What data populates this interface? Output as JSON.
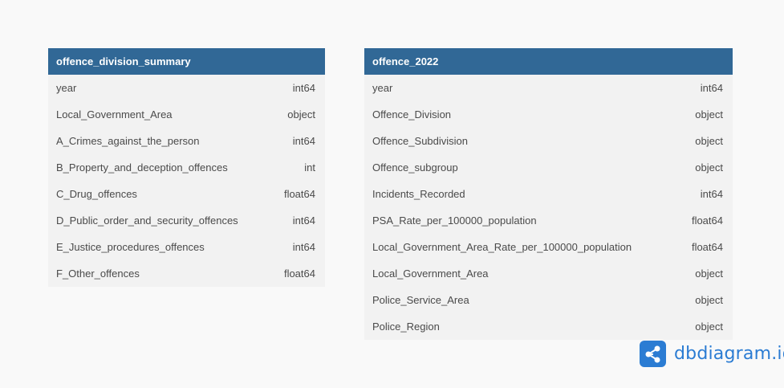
{
  "tables": [
    {
      "name": "offence_division_summary",
      "columns": [
        {
          "name": "year",
          "type": "int64"
        },
        {
          "name": "Local_Government_Area",
          "type": "object"
        },
        {
          "name": "A_Crimes_against_the_person",
          "type": "int64"
        },
        {
          "name": "B_Property_and_deception_offences",
          "type": "int"
        },
        {
          "name": "C_Drug_offences",
          "type": "float64"
        },
        {
          "name": "D_Public_order_and_security_offences",
          "type": "int64"
        },
        {
          "name": "E_Justice_procedures_offences",
          "type": "int64"
        },
        {
          "name": "F_Other_offences",
          "type": "float64"
        }
      ]
    },
    {
      "name": "offence_2022",
      "columns": [
        {
          "name": "year",
          "type": "int64"
        },
        {
          "name": "Offence_Division",
          "type": "object"
        },
        {
          "name": "Offence_Subdivision",
          "type": "object"
        },
        {
          "name": "Offence_subgroup",
          "type": "object"
        },
        {
          "name": "Incidents_Recorded",
          "type": "int64"
        },
        {
          "name": "PSA_Rate_per_100000_population",
          "type": "float64"
        },
        {
          "name": "Local_Government_Area_Rate_per_100000_population",
          "type": "float64"
        },
        {
          "name": "Local_Government_Area",
          "type": "object"
        },
        {
          "name": "Police_Service_Area",
          "type": "object"
        },
        {
          "name": "Police_Region",
          "type": "object"
        }
      ]
    }
  ],
  "brand": {
    "text": "dbdiagram.io",
    "icon": "share-nodes-icon",
    "color": "#2b7cd3"
  },
  "colors": {
    "header": "#316896",
    "table_bg": "#f2f2f2",
    "page_bg": "#f9f9f9"
  }
}
